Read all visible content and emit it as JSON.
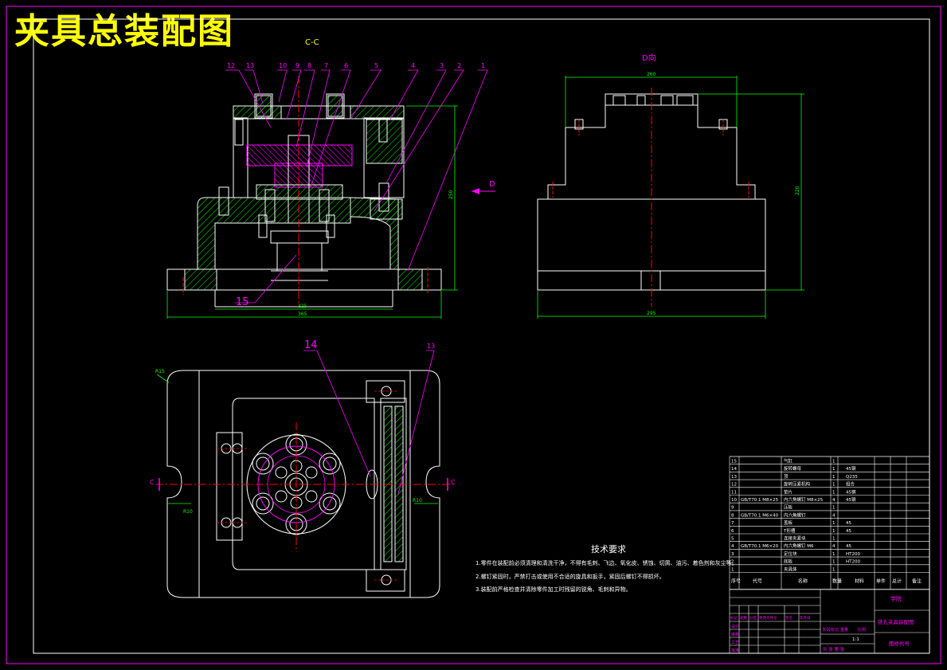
{
  "title": "夹具总装配图",
  "section_label": "C-C",
  "view_label": "D向",
  "arrow_label": "D",
  "cut_labels": [
    "C",
    "C"
  ],
  "balloons": [
    "12",
    "13",
    "10",
    "9",
    "8",
    "7",
    "6",
    "5",
    "4",
    "3",
    "2",
    "1"
  ],
  "callout_14": "14",
  "callout_15": "15",
  "callout_13": "13",
  "tech_requirements": {
    "heading": "技术要求",
    "items": [
      "1.零件在装配前必须清理和清洗干净，不得有毛刺、飞边、氧化皮、锈蚀、切屑、油污、着色剂和灰尘等。",
      "2.螺钉紧固时，严禁打击或使用不合适的旋具和扳手，紧固后螺钉不得损坏。",
      "3.装配前严格检查并清除零件加工时残留的锐角、毛刺和异物。"
    ]
  },
  "bom_header": [
    "序号",
    "代号",
    "名称",
    "数量",
    "材料",
    "单件",
    "总计",
    "备注"
  ],
  "bom_rows": [
    [
      "15",
      "",
      "气缸",
      "1",
      "",
      ""
    ],
    [
      "14",
      "",
      "旋转螺母",
      "1",
      "45钢",
      ""
    ],
    [
      "13",
      "",
      "顶",
      "1",
      "Q235",
      ""
    ],
    [
      "12",
      "",
      "旋转压紧机构",
      "1",
      "组合",
      ""
    ],
    [
      "11",
      "",
      "垫片",
      "1",
      "45钢",
      ""
    ],
    [
      "10",
      "GB/T70.1 M8×25",
      "内六角螺钉 M8×25",
      "4",
      "45钢",
      ""
    ],
    [
      "9",
      "",
      "压板",
      "1",
      "",
      ""
    ],
    [
      "8",
      "GB/T70.1 M6×40",
      "内六角螺钉",
      "4",
      "",
      ""
    ],
    [
      "7",
      "",
      "盖板",
      "1",
      "45",
      ""
    ],
    [
      "6",
      "",
      "T形槽",
      "1",
      "45",
      ""
    ],
    [
      "5",
      "",
      "连接夹紧块",
      "1",
      "",
      ""
    ],
    [
      "4",
      "GB/T70.1 M6×20",
      "内六角螺钉 M6",
      "4",
      "45",
      ""
    ],
    [
      "3",
      "",
      "定位块",
      "1",
      "HT200",
      ""
    ],
    [
      "2",
      "",
      "底板",
      "1",
      "HT200",
      ""
    ],
    [
      "1",
      "",
      "夹具体",
      "1",
      "",
      ""
    ]
  ],
  "title_block": {
    "design_unit": "学院",
    "drawing_name": "铣孔夹具装配图",
    "drawing_no": "图样代号",
    "row_labels": [
      "标记",
      "处数",
      "分区",
      "更改文件号",
      "签名",
      "年月日"
    ],
    "roles": [
      "设计",
      "审核",
      "工艺",
      "批准"
    ],
    "stage_labels": [
      "阶段标记",
      "重量",
      "比例"
    ],
    "scale": "1:1",
    "sheet": "共 张 第 张"
  },
  "dims": {
    "width_left_inner": "225",
    "width_left_outer": "365",
    "height_left": "250",
    "width_right_top": "260",
    "width_right_bottom": "295",
    "height_right": "220",
    "label_r1": "R15",
    "label_r2": "R10"
  },
  "colors": {
    "background": "#000000",
    "outline": "#ffffff",
    "title": "#ffff00",
    "leader": "#ff00ff",
    "dimension": "#00ff00",
    "center": "#ff0000",
    "hatch": "#00ff00",
    "section_fill": "#ff00ff",
    "frame": "#ff00ff"
  }
}
